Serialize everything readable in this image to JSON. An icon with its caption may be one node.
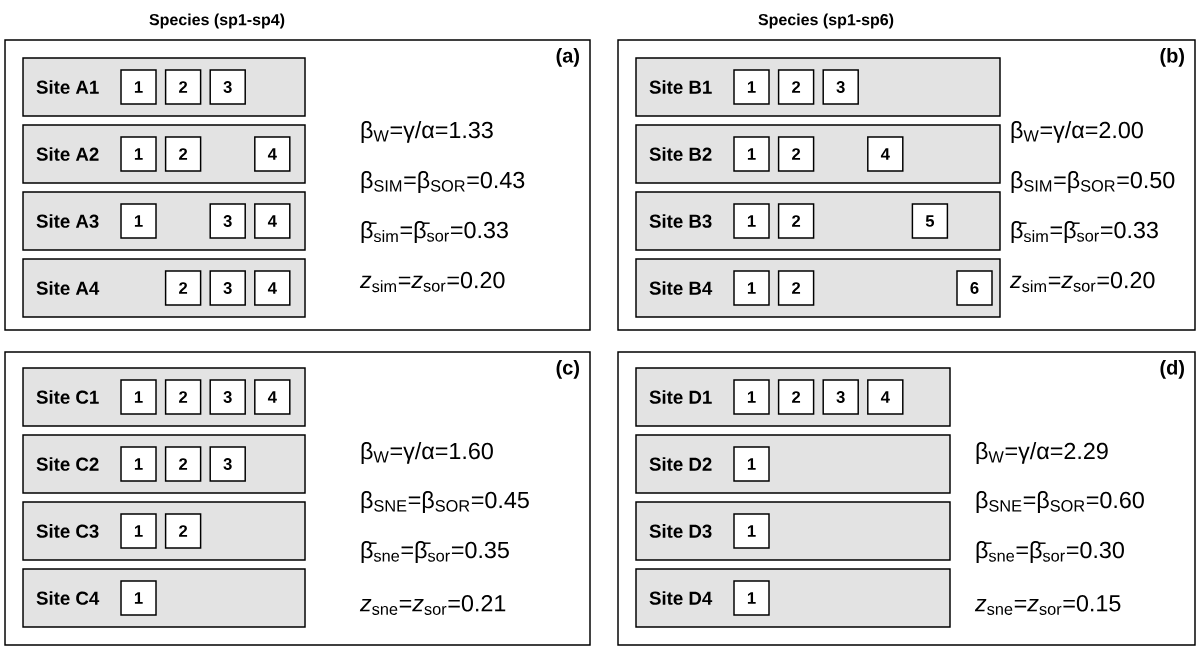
{
  "diagram": {
    "nodes": [
      {
        "text": [
          "Species (sp1-sp4)",
          "(a)",
          "β$_{W}$=γ/α=1.33",
          "β$_{SIM}$=β$_{SOR}$=0.43",
          "β̄$_{sim}$=β̄$_{sor}$=0.33",
          "*z*$_{sim}$=*z*$_{sor}$=0.20"
        ]
      },
      {
        "text": [
          "Site A1"
        ],
        "in": 0
      },
      {
        "text": [
          "1"
        ],
        "in": 1
      },
      {
        "text": [
          "2"
        ],
        "in": 1
      },
      {
        "text": [
          "3"
        ],
        "in": 1
      },
      {
        "text": [
          "Site A2"
        ],
        "in": 0
      },
      {
        "text": [
          "1"
        ],
        "in": 5
      },
      {
        "text": [
          "2"
        ],
        "in": 5
      },
      {
        "text": [
          "4"
        ],
        "in": 5
      },
      {
        "text": [
          "Site A3"
        ],
        "in": 0
      },
      {
        "text": [
          "1"
        ],
        "in": 9
      },
      {
        "text": [
          "3"
        ],
        "in": 9
      },
      {
        "text": [
          "4"
        ],
        "in": 9
      },
      {
        "text": [
          "Site A4"
        ],
        "in": 0
      },
      {
        "text": [
          "2"
        ],
        "in": 13
      },
      {
        "text": [
          "3"
        ],
        "in": 13
      },
      {
        "text": [
          "4"
        ],
        "in": 13
      },
      {
        "text": [
          "Species (sp1-sp6)",
          "(b)",
          "β$_{W}$=γ/α=2.00",
          "β$_{SIM}$=β$_{SOR}$=0.50",
          "β̄$_{sim}$=β̄$_{sor}$=0.33",
          "*z*$_{sim}$=*z*$_{sor}$=0.20"
        ]
      },
      {
        "text": [
          "Site B1"
        ],
        "in": 17
      },
      {
        "text": [
          "1"
        ],
        "in": 18
      },
      {
        "text": [
          "2"
        ],
        "in": 18
      },
      {
        "text": [
          "3"
        ],
        "in": 18
      },
      {
        "text": [
          "Site B2"
        ],
        "in": 17
      },
      {
        "text": [
          "1"
        ],
        "in": 22
      },
      {
        "text": [
          "2"
        ],
        "in": 22
      },
      {
        "text": [
          "4"
        ],
        "in": 22
      },
      {
        "text": [
          "Site B3"
        ],
        "in": 17
      },
      {
        "text": [
          "1"
        ],
        "in": 26
      },
      {
        "text": [
          "2"
        ],
        "in": 26
      },
      {
        "text": [
          "5"
        ],
        "in": 26
      },
      {
        "text": [
          "Site B4"
        ],
        "in": 17
      },
      {
        "text": [
          "1"
        ],
        "in": 30
      },
      {
        "text": [
          "2"
        ],
        "in": 30
      },
      {
        "text": [
          "6"
        ],
        "in": 30
      },
      {
        "text": [
          "(c)",
          "β$_{W}$=γ/α=1.60",
          "β$_{SNE}$=β$_{SOR}$=0.45",
          "β̄$_{sne}$=β̄$_{sor}$=0.35",
          "*z*$_{sne}$=*z*$_{sor}$=0.21"
        ]
      },
      {
        "text": [
          "Site C1"
        ],
        "in": 34
      },
      {
        "text": [
          "1"
        ],
        "in": 35
      },
      {
        "text": [
          "2"
        ],
        "in": 35
      },
      {
        "text": [
          "3"
        ],
        "in": 35
      },
      {
        "text": [
          "4"
        ],
        "in": 35
      },
      {
        "text": [
          "Site C2"
        ],
        "in": 34
      },
      {
        "text": [
          "1"
        ],
        "in": 40
      },
      {
        "text": [
          "2"
        ],
        "in": 40
      },
      {
        "text": [
          "3"
        ],
        "in": 40
      },
      {
        "text": [
          "Site C3"
        ],
        "in": 34
      },
      {
        "text": [
          "1"
        ],
        "in": 44
      },
      {
        "text": [
          "2"
        ],
        "in": 44
      },
      {
        "text": [
          "Site C4"
        ],
        "in": 34
      },
      {
        "text": [
          "1"
        ],
        "in": 47
      },
      {
        "text": [
          "(d)",
          "β$_{W}$=γ/α=2.29",
          "β$_{SNE}$=β$_{SOR}$=0.60",
          "β̄$_{sne}$=β̄$_{sor}$=0.30",
          "*z*$_{sne}$=*z*$_{sor}$=0.15"
        ]
      },
      {
        "text": [
          "Site D1"
        ],
        "in": 49
      },
      {
        "text": [
          "1"
        ],
        "in": 50
      },
      {
        "text": [
          "2"
        ],
        "in": 50
      },
      {
        "text": [
          "3"
        ],
        "in": 50
      },
      {
        "text": [
          "4"
        ],
        "in": 50
      },
      {
        "text": [
          "Site D2"
        ],
        "in": 49
      },
      {
        "text": [
          "1"
        ],
        "in": 55
      },
      {
        "text": [
          "Site D3"
        ],
        "in": 49
      },
      {
        "text": [
          "1"
        ],
        "in": 57
      },
      {
        "text": [
          "Site D4"
        ],
        "in": 49
      },
      {
        "text": [
          "1"
        ],
        "in": 59
      }
    ]
  }
}
